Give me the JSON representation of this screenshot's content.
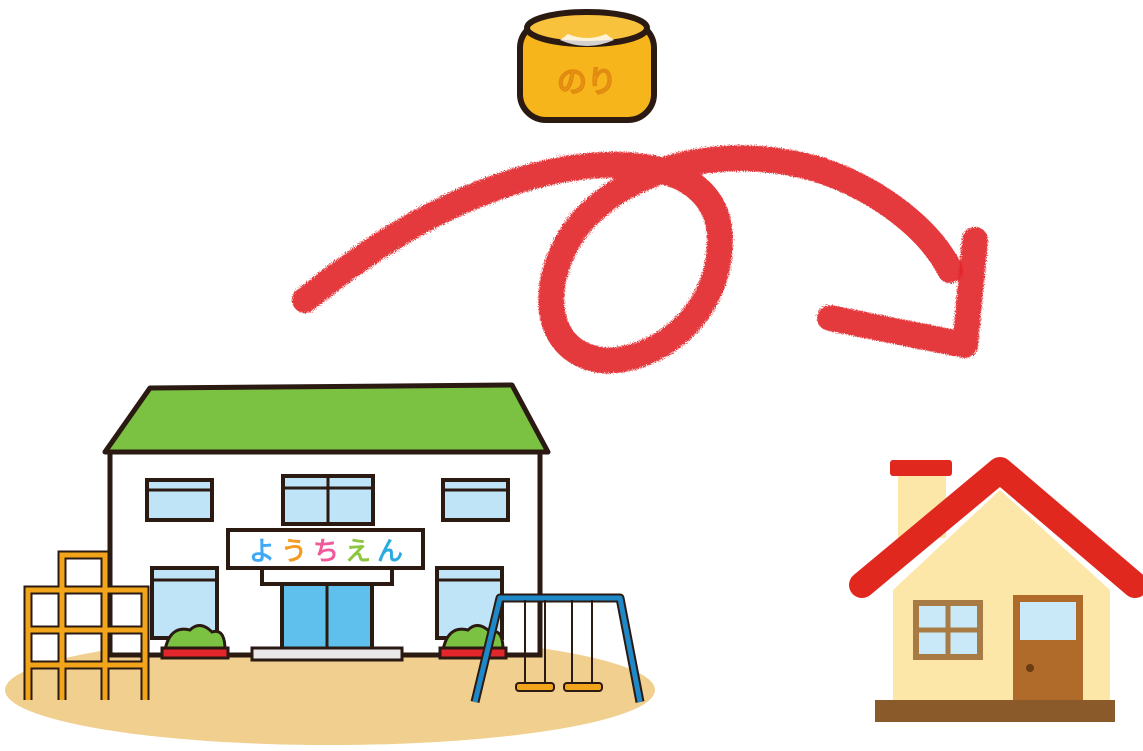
{
  "glue_jar": {
    "label": "のり",
    "icon": "glue-jar-icon",
    "body_color": "#f7b51c",
    "lid_color": "#f9c23c"
  },
  "kindergarten": {
    "icon": "kindergarten-building-icon",
    "sign_chars": [
      "よ",
      "う",
      "ち",
      "え",
      "ん"
    ],
    "sign_colors": [
      "#3fa9f5",
      "#f59a23",
      "#f05a9a",
      "#8dc63f",
      "#29abe2"
    ],
    "roof_color": "#7cc242",
    "ground_color": "#f1cf8e",
    "jungle_gym_color": "#f2a51a",
    "swing_color": "#1e88c9"
  },
  "house": {
    "icon": "house-icon",
    "roof_color": "#e0281e",
    "wall_color": "#fce7a8",
    "door_color": "#b06a2a"
  },
  "arrow": {
    "icon": "loop-arrow-icon",
    "color": "#e2262c"
  }
}
